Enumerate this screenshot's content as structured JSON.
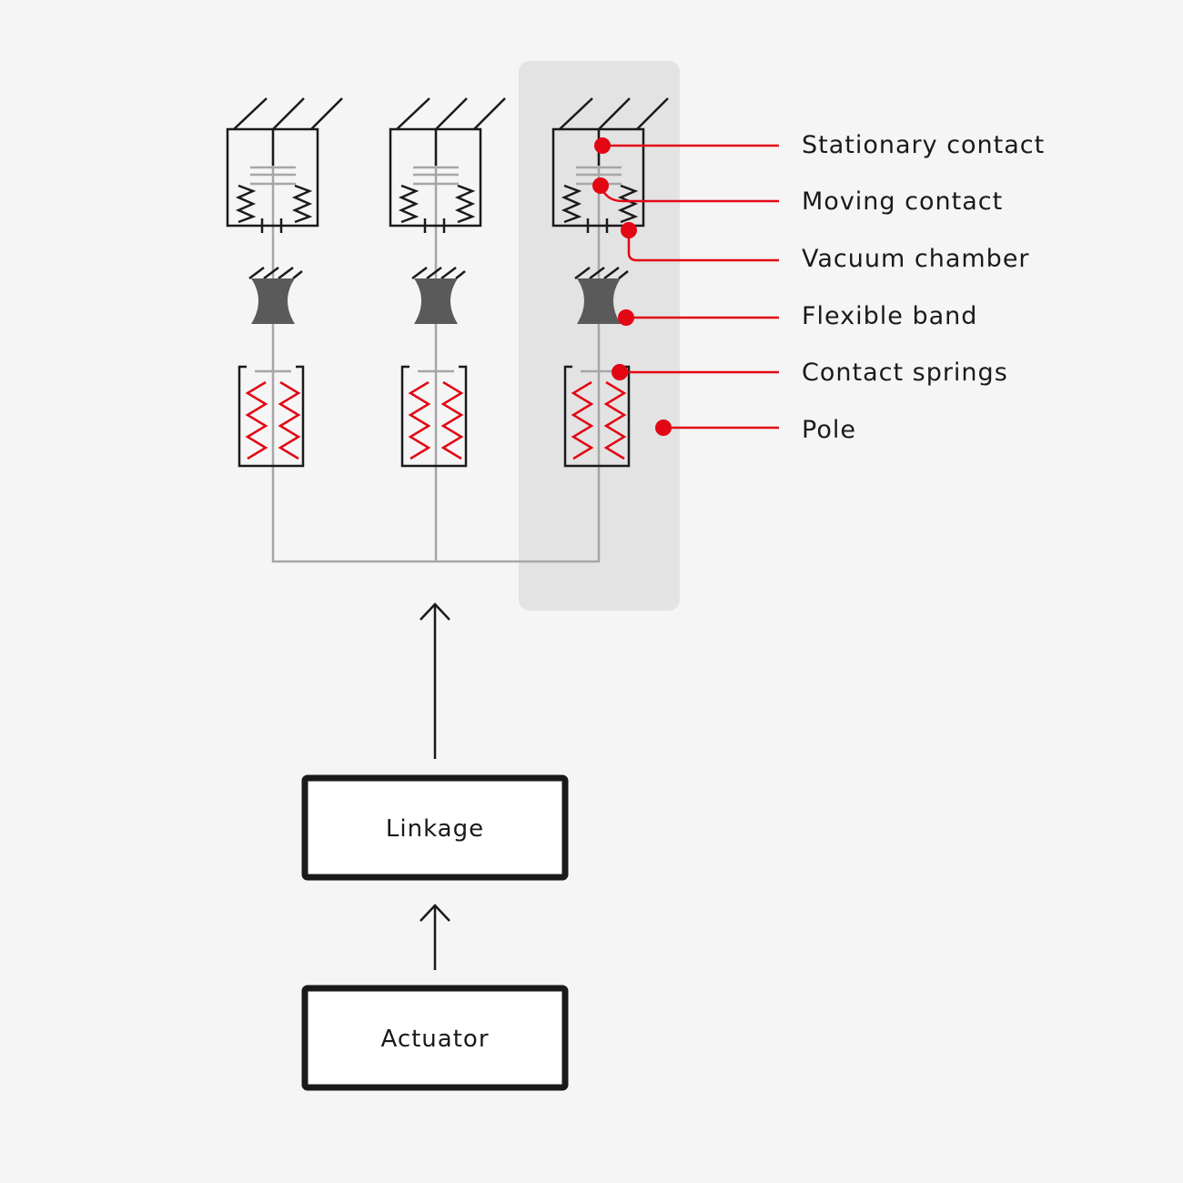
{
  "callouts": {
    "stationary_contact": "Stationary contact",
    "moving_contact": "Moving contact",
    "vacuum_chamber": "Vacuum chamber",
    "flexible_band": "Flexible band",
    "contact_springs": "Contact springs",
    "pole": "Pole"
  },
  "blocks": {
    "linkage": "Linkage",
    "actuator": "Actuator"
  },
  "colors": {
    "accent": "#e30613",
    "highlight": "#e3e3e3",
    "line": "#1a1a1a",
    "shaft": "#a6a6a6",
    "band": "#5a5a5a"
  }
}
